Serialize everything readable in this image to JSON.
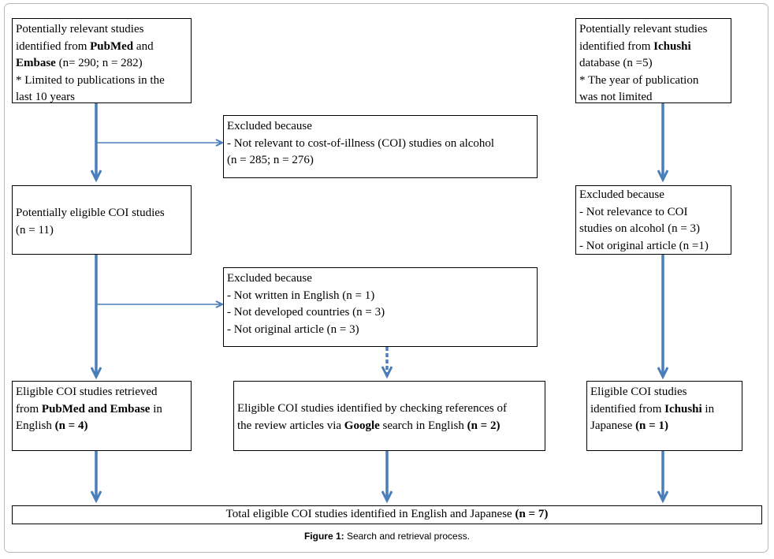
{
  "boxes": {
    "pubmed": {
      "l1": "Potentially relevant studies",
      "l2_pre": "identified from ",
      "l2_bold": "PubMed",
      "l2_post": " and",
      "l3_bold": "Embase",
      "l3_post": " (n= 290; n = 282)",
      "l4": "* Limited to publications in the",
      "l5": "last 10 years"
    },
    "ichushi": {
      "l1": "Potentially relevant studies",
      "l2_pre": "identified from ",
      "l2_bold": "Ichushi",
      "l3": "database (n =5)",
      "l4": "* The year of publication",
      "l5": "was not limited"
    },
    "excluded1": {
      "l1": "Excluded because",
      "l2": "- Not relevant to cost-of-illness (COI) studies on alcohol",
      "l3": "(n = 285; n = 276)"
    },
    "eligible": {
      "l1": "Potentially eligible COI studies",
      "l2": "(n = 11)"
    },
    "excluded_jp": {
      "l1": "Excluded because",
      "l2": "- Not relevance to COI",
      "l3": "studies on alcohol (n = 3)",
      "l4": "- Not original article (n =1)"
    },
    "excluded2": {
      "l1": "Excluded because",
      "l2": "- Not written in English (n = 1)",
      "l3": "- Not developed countries (n = 3)",
      "l4": "- Not original article (n = 3)"
    },
    "retrieved_en": {
      "l1": "Eligible COI studies retrieved",
      "l2_pre": "from ",
      "l2_bold": "PubMed and Embase",
      "l2_post": " in",
      "l3_pre": "English ",
      "l3_bold": "(n = 4)"
    },
    "google": {
      "l1": "Eligible COI studies identified by checking references of",
      "l2_pre": "the review articles via ",
      "l2_bold": "Google",
      "l2_mid": " search in English ",
      "l2_bold2": "(n = 2)"
    },
    "retrieved_jp": {
      "l1": "Eligible COI studies",
      "l2_pre": "identified from ",
      "l2_bold": "Ichushi",
      "l2_post": " in",
      "l3_pre": "Japanese ",
      "l3_bold": "(n = 1)"
    },
    "total": {
      "pre": "Total eligible COI studies identified in English and Japanese ",
      "bold": "(n = 7)"
    }
  },
  "caption": {
    "label": "Figure 1:",
    "text": " Search and retrieval process."
  },
  "colors": {
    "arrow": "#4a7ebb",
    "box_border": "#000000"
  }
}
